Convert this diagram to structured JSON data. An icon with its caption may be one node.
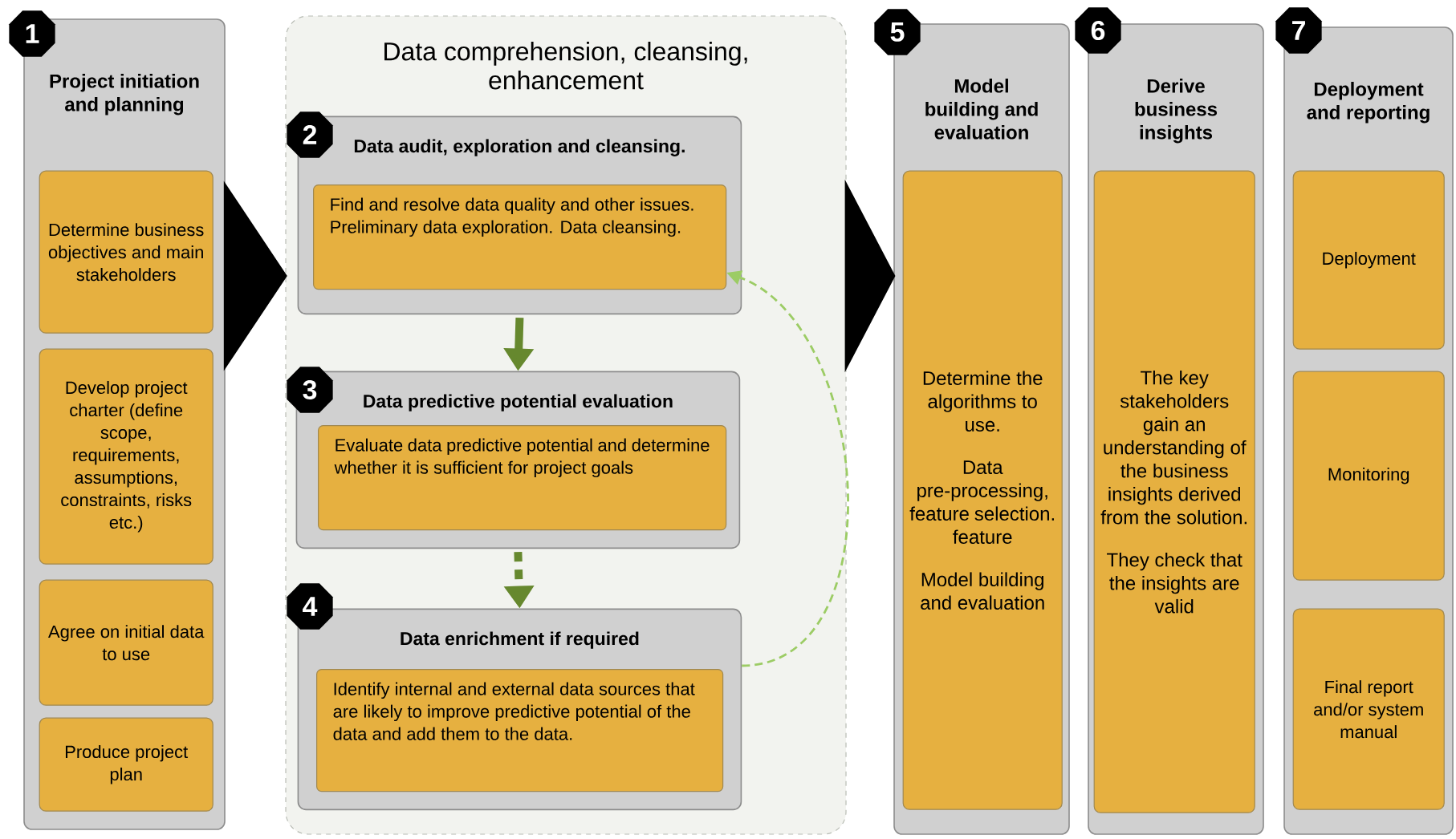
{
  "diagram": {
    "nodes": [
      {
        "text": [
          "Project initiation and planning"
        ]
      },
      {
        "text": [
          "Determine business objectives and main stakeholders"
        ],
        "in": 0
      },
      {
        "text": [
          "Develop project charter (define scope, requirements, assumptions, constraints, risks etc.)"
        ],
        "in": 0
      },
      {
        "text": [
          "Agree on initial data to use"
        ],
        "in": 0
      },
      {
        "text": [
          "Produce project plan"
        ],
        "in": 0
      },
      {
        "text": [
          "Data comprehension, cleansing, enhancement"
        ]
      },
      {
        "text": [
          "Data audit, exploration and cleansing."
        ],
        "in": 5
      },
      {
        "text": [
          "Find and resolve data quality and other issues. Preliminary data exploration. Data cleansing."
        ],
        "in": 6
      },
      {
        "text": [
          "Data predictive potential evaluation"
        ],
        "in": 5
      },
      {
        "text": [
          "Evaluate data predictive potential and determine whether it is sufficient for project goals"
        ],
        "in": 8
      },
      {
        "text": [
          "Data enrichment if required"
        ],
        "in": 5
      },
      {
        "text": [
          "Identify internal and external data sources that are likely to improve predictive potential of the data and add them to the data."
        ],
        "in": 10
      },
      {
        "text": [
          "Model building and evaluation"
        ]
      },
      {
        "text": [
          "Determine the algorithms to use.",
          "Data pre-processing, feature selection. feature",
          "Model building and evaluation"
        ],
        "in": 12
      },
      {
        "text": [
          "Derive business insights"
        ]
      },
      {
        "text": [
          "The key stakeholders gain an understanding of the business insights derived from the solution.",
          "They check that the insights are valid"
        ],
        "in": 14
      },
      {
        "text": [
          "Deployment and reporting"
        ]
      },
      {
        "text": [
          "Deployment"
        ],
        "in": 16
      },
      {
        "text": [
          "Monitoring"
        ],
        "in": 16
      },
      {
        "text": [
          "Final report and/or system manual"
        ],
        "in": 16
      }
    ],
    "edges": [
      {
        "from": 0,
        "to": 5,
        "arrow": "to",
        "style": "thick",
        "color": "#000000"
      },
      {
        "from": 5,
        "to": 12,
        "arrow": "to",
        "style": "thick",
        "color": "#000000"
      },
      {
        "from": 6,
        "to": 8,
        "arrow": "to",
        "color": "#66882e"
      },
      {
        "from": 8,
        "to": 10,
        "arrow": "to",
        "style": "dashed",
        "color": "#66882e"
      },
      {
        "from": 10,
        "to": 7,
        "arrow": "to",
        "style": "dashed",
        "color": "#9ccc65"
      }
    ],
    "labels": [
      "1",
      "2",
      "3",
      "4",
      "5",
      "6",
      "7"
    ]
  }
}
